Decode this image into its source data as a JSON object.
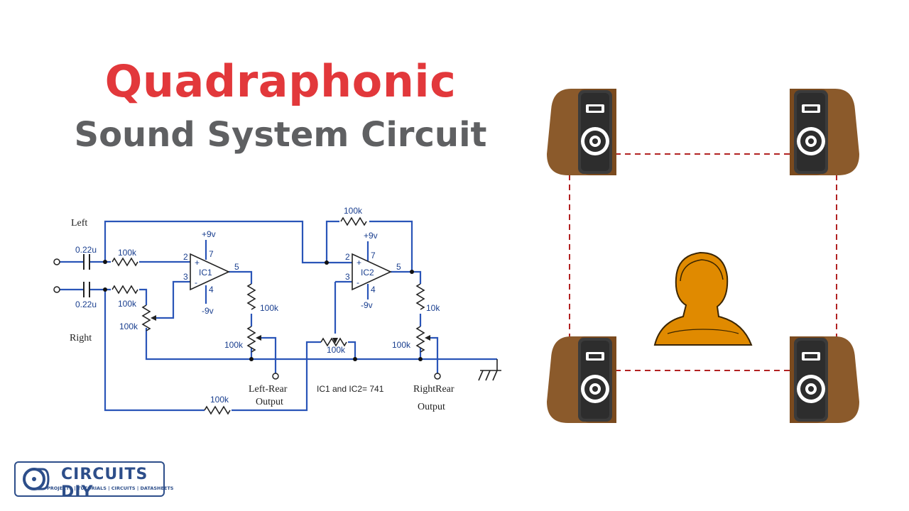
{
  "title": {
    "line1": "Quadraphonic",
    "line2": "Sound System Circuit"
  },
  "colors": {
    "title_red": "#e2383b",
    "title_gray": "#5f6062",
    "wire": "#2a55b8",
    "dash": "#b22222",
    "speaker_wood": "#8b5a2b",
    "person": "#e08a00"
  },
  "circuit": {
    "left_label": "Left",
    "right_label": "Right",
    "cap_top": "0.22u",
    "cap_bottom": "0.22u",
    "r_in_top": "100k",
    "r_in_bottom": "100k",
    "pot_left": "100k",
    "ic1": "IC1",
    "ic2": "IC2",
    "ic1_vplus": "+9v",
    "ic1_vminus": "-9v",
    "ic2_vplus": "+9v",
    "ic2_vminus": "-9v",
    "pin2": "2",
    "pin3": "3",
    "pin5": "5",
    "pin7": "7",
    "pin4": "4",
    "ic1_out_r": "100k",
    "ic1_pot": "100k",
    "feedback_r": "100k",
    "ic2_out_r": "10k",
    "ic2_pot": "100k",
    "mid_pot": "100k",
    "bottom_r": "100k",
    "plus": "+",
    "minus": "-",
    "left_rear": "Left-Rear",
    "left_rear_output": "Output",
    "right_rear": "RightRear",
    "right_rear_output": "Output",
    "ic_note": "IC1 and IC2= 741"
  },
  "logo": {
    "name": "CIRCUITS DIY",
    "tagline": "PROJECTS | TUTORIALS | CIRCUITS | DATASHEETS"
  }
}
